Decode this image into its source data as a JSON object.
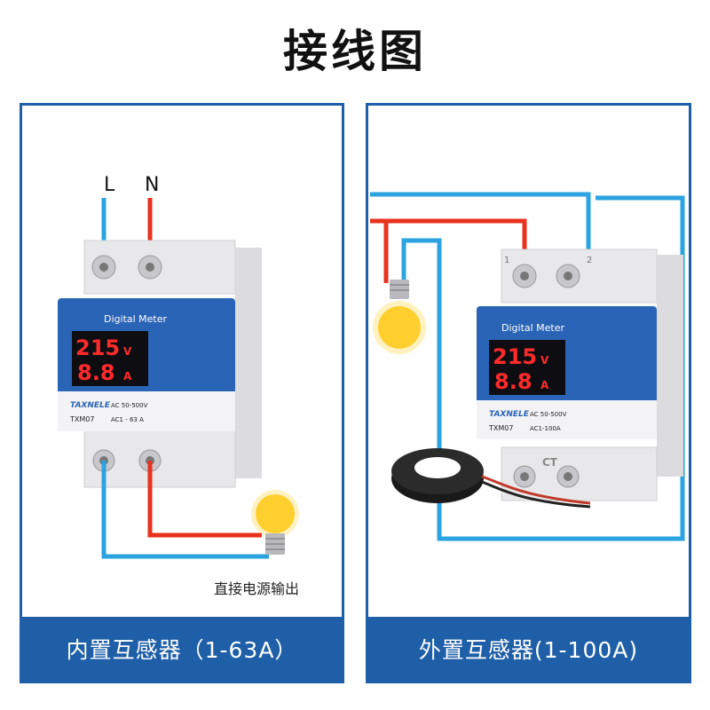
{
  "title": "接线图",
  "colors": {
    "live": "#e8321e",
    "neutral": "#2aa3e0",
    "panel_border": "#1f5fa8",
    "footer_bg": "#1f5fa8",
    "meter_face": "#2a64b6",
    "lcd_red": "#ff2a2a"
  },
  "left_panel": {
    "label_L": "L",
    "label_N": "N",
    "meter": {
      "brand_title": "Digital Meter",
      "voltage_reading": "215",
      "voltage_unit": "V",
      "current_reading": "8.8",
      "current_unit": "A",
      "brand": "TAXNELE",
      "model": "TXM07",
      "spec_voltage": "AC 50-500V",
      "spec_current": "AC1 - 63 A"
    },
    "caption": "直接电源输出",
    "footer": "内置互感器（1-63A）"
  },
  "right_panel": {
    "meter": {
      "brand_title": "Digital Meter",
      "voltage_reading": "215",
      "voltage_unit": "V",
      "current_reading": "8.8",
      "current_unit": "A",
      "brand": "TAXNELE",
      "model": "TXM07",
      "spec_voltage": "AC 50-500V",
      "spec_current": "AC1-100A",
      "ct_label": "CT",
      "terminal_1": "1",
      "terminal_2": "2"
    },
    "footer": "外置互感器(1-100A)"
  }
}
